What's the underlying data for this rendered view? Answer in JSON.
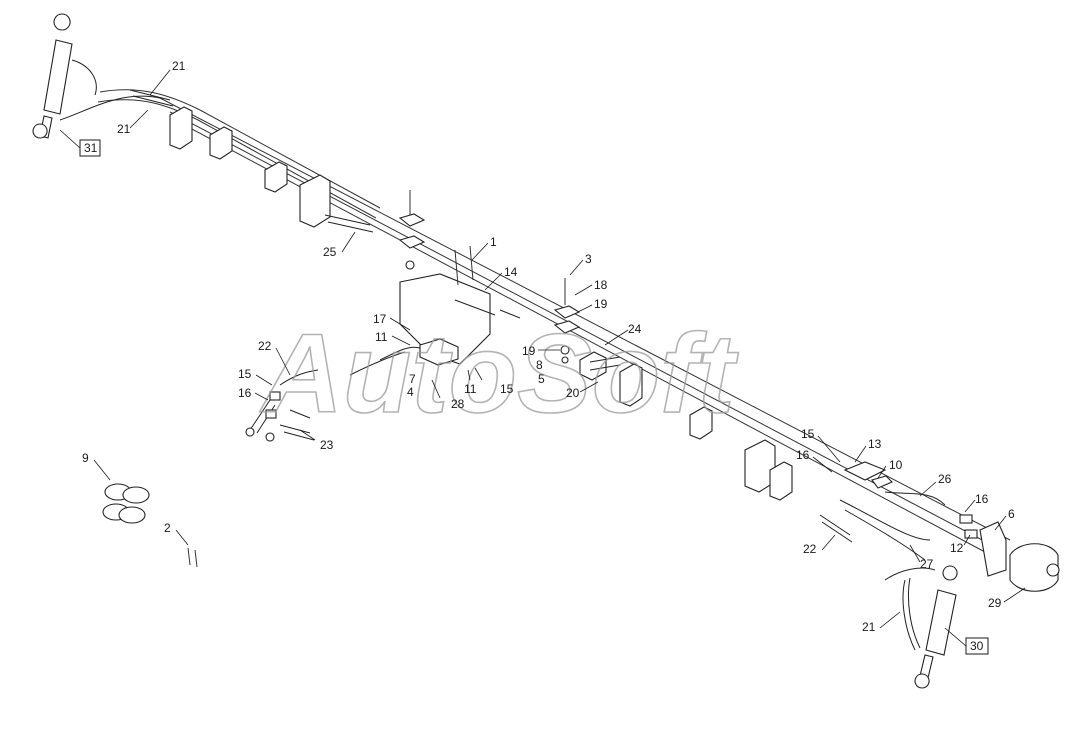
{
  "watermark": "AutoSoft",
  "callouts": {
    "c21a": "21",
    "c21b": "21",
    "c31": "31",
    "c25": "25",
    "c1": "1",
    "c14": "14",
    "c3": "3",
    "c18": "18",
    "c19a": "19",
    "c24": "24",
    "c19b": "19",
    "c8": "8",
    "c5": "5",
    "c20": "20",
    "c17": "17",
    "c11a": "11",
    "c22a": "22",
    "c15a": "15",
    "c16a": "16",
    "c7": "7",
    "c4": "4",
    "c28": "28",
    "c11b": "11",
    "c15b": "15",
    "c23": "23",
    "c9": "9",
    "c2": "2",
    "c15c": "15",
    "c13": "13",
    "c16b": "16",
    "c10": "10",
    "c26": "26",
    "c16c": "16",
    "c6": "6",
    "c12": "12",
    "c22b": "22",
    "c27": "27",
    "c21c": "21",
    "c30": "30",
    "c29": "29"
  }
}
